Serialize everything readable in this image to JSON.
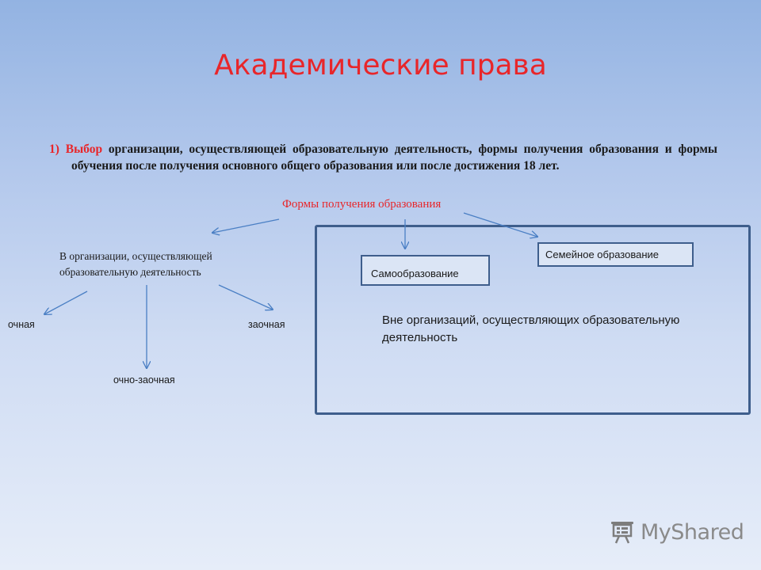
{
  "slide": {
    "title": "Академические права",
    "point": {
      "number": "1)",
      "keyword": "Выбор",
      "text": "организации, осуществляющей образовательную деятельность, формы получения образования и формы обучения после получения основного общего образования или после достижения 18 лет."
    }
  },
  "diagram": {
    "root": "Формы получения образования",
    "in_org": "В организации, осуществляющей образовательную деятельность",
    "forms": {
      "full_time": "очная",
      "part_time": "заочная",
      "mixed": "очно-заочная"
    },
    "self_education": "Самообразование",
    "family_education": "Семейное образование",
    "outside_org": "Вне организаций, осуществляющих образовательную деятельность"
  },
  "logo": {
    "text": "MyShared",
    "icon": "presentation-board-icon"
  },
  "colors": {
    "accent_red": "#e8262a",
    "frame_blue": "#3e5e8c",
    "arrow_blue": "#4a7fc4"
  }
}
